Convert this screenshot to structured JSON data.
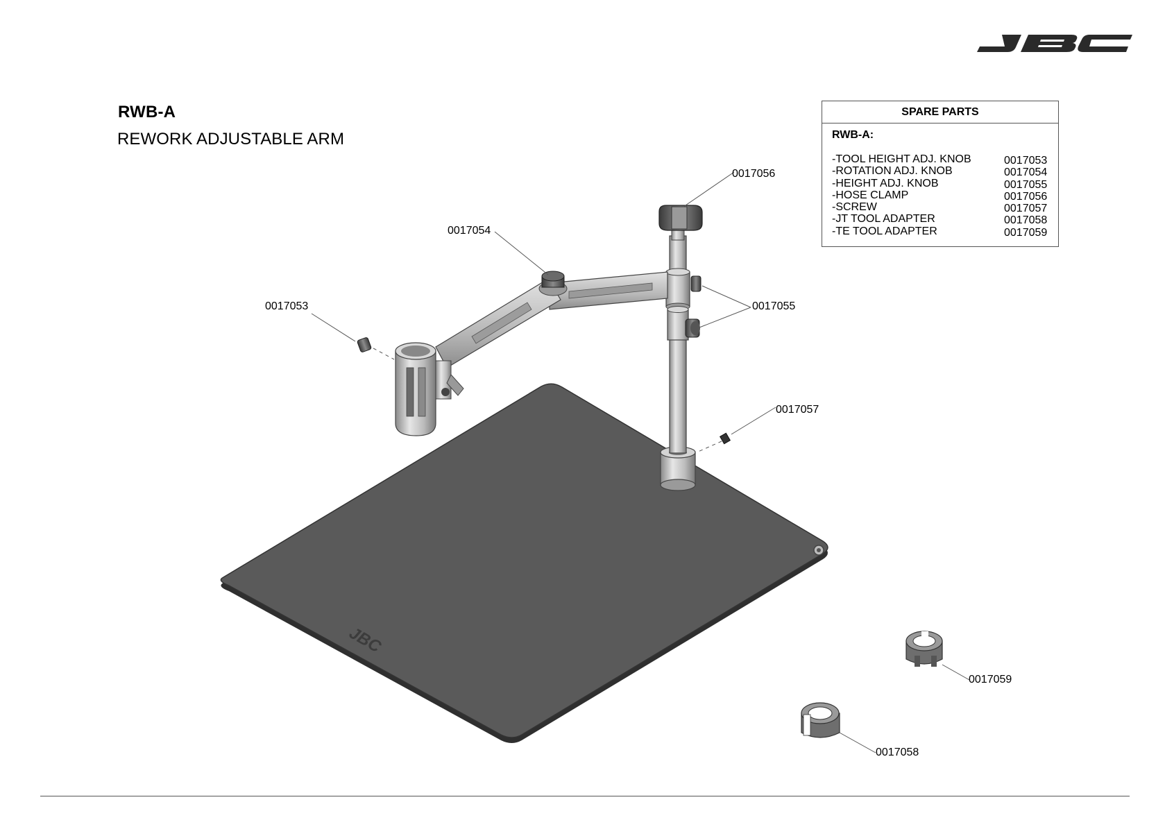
{
  "brand": {
    "logo_text": "JBC"
  },
  "heading": {
    "model": "RWB-A",
    "description": "REWORK ADJUSTABLE ARM"
  },
  "spare_parts": {
    "header": "SPARE PARTS",
    "model_label": "RWB-A:",
    "items": [
      {
        "name": "-TOOL HEIGHT ADJ. KNOB",
        "code": "0017053"
      },
      {
        "name": "-ROTATION ADJ. KNOB",
        "code": "0017054"
      },
      {
        "name": "-HEIGHT ADJ. KNOB",
        "code": "0017055"
      },
      {
        "name": "-HOSE CLAMP",
        "code": "0017056"
      },
      {
        "name": "-SCREW",
        "code": "0017057"
      },
      {
        "name": "-JT TOOL ADAPTER",
        "code": "0017058"
      },
      {
        "name": "-TE TOOL ADAPTER",
        "code": "0017059"
      }
    ]
  },
  "callouts": {
    "tool_height_knob": "0017053",
    "rotation_knob": "0017054",
    "height_knob": "0017055",
    "hose_clamp": "0017056",
    "screw": "0017057",
    "jt_adapter": "0017058",
    "te_adapter": "0017059"
  },
  "colors": {
    "base_plate": "#5a5a5a",
    "metal": "#c8c8c8",
    "dark_metal": "#6a6a6a",
    "line": "#555555"
  }
}
